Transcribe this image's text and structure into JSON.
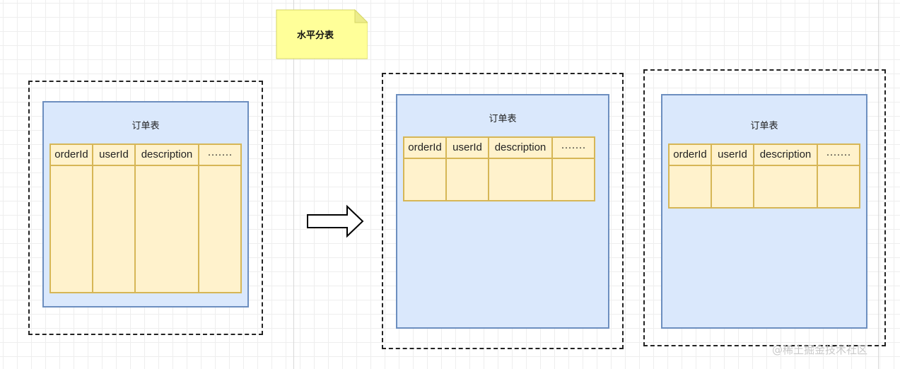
{
  "note": {
    "label": "水平分表",
    "fill": "#ffff99",
    "stroke": "#d6d667"
  },
  "tables": [
    {
      "title": "订单表",
      "columns": [
        "orderId",
        "userId",
        "description",
        "·······"
      ]
    },
    {
      "title": "订单表",
      "columns": [
        "orderId",
        "userId",
        "description",
        "·······"
      ]
    },
    {
      "title": "订单表",
      "columns": [
        "orderId",
        "userId",
        "description",
        "·······"
      ]
    }
  ],
  "arrow_icon": "right-arrow",
  "colors": {
    "box_fill": "#dae8fc",
    "box_stroke": "#6c8ebf",
    "table_fill": "#fff2cc",
    "table_stroke": "#d6b656"
  },
  "watermark": "@稀土掘金技术社区"
}
